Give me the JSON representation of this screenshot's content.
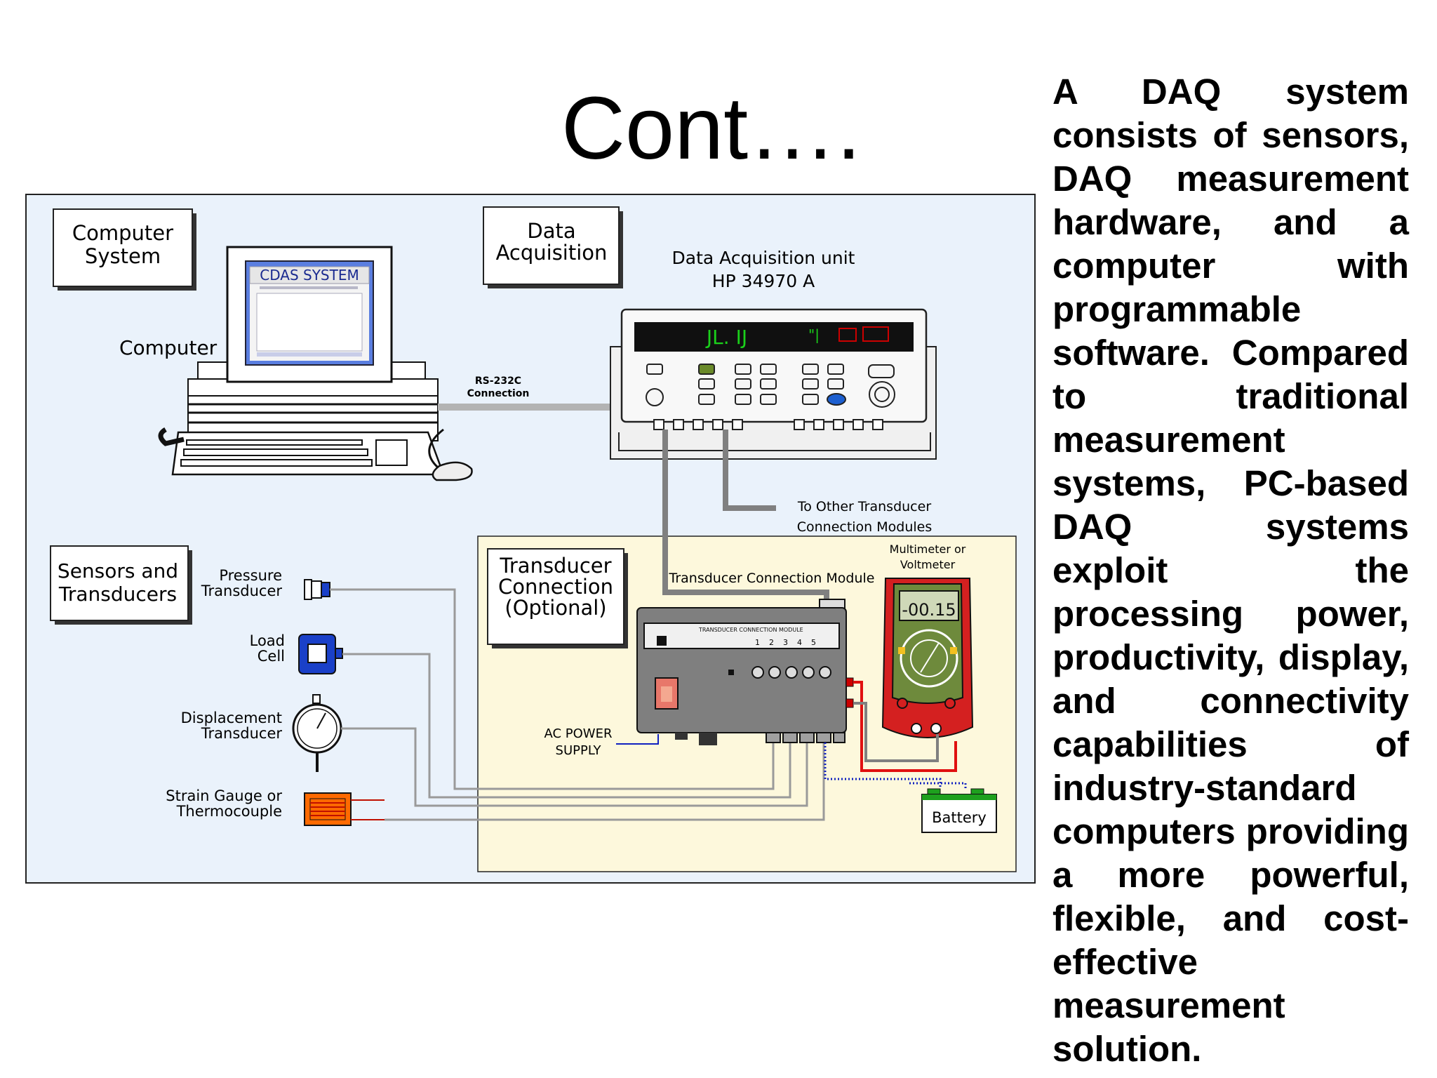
{
  "slide": {
    "title": "Cont….",
    "body": "A DAQ system consists of sensors, DAQ measurement hardware, and a computer with programmable software. Compared to traditional measurement systems, PC-based DAQ systems exploit the processing power, productivity, display, and connectivity capabilities of industry-standard computers providing a more powerful, flexible, and cost-effective measurement solution."
  },
  "diagram": {
    "computer_system_box": [
      "Computer",
      "System"
    ],
    "computer_label": "Computer",
    "screen_title": "CDAS SYSTEM",
    "data_acquisition_box": [
      "Data",
      "Acquisition"
    ],
    "daq_unit_label": [
      "Data Acquisition unit",
      "HP 34970 A"
    ],
    "daq_display": "JL. IJ",
    "rs232_label": [
      "RS-232C",
      "Connection"
    ],
    "other_modules_label": [
      "To Other Transducer",
      "Connection Modules"
    ],
    "sensors_box": [
      "Sensors and",
      "Transducers"
    ],
    "sensors": [
      [
        "Pressure",
        "Transducer"
      ],
      [
        "Load",
        "Cell"
      ],
      [
        "Displacement",
        "Transducer"
      ],
      [
        "Strain Gauge or",
        "Thermocouple"
      ]
    ],
    "tc_box": [
      "Transducer",
      "Connection",
      "(Optional)"
    ],
    "tcm_label": "Transducer Connection Module",
    "module_plate": "TRANSDUCER CONNECTION MODULE",
    "module_numbers": [
      "1",
      "2",
      "3",
      "4",
      "5"
    ],
    "multimeter_label": [
      "Multimeter or",
      "Voltmeter"
    ],
    "multimeter_reading": "-00.15",
    "ac_power_label": [
      "AC POWER",
      "SUPPLY"
    ],
    "battery_label": "Battery"
  },
  "colors": {
    "panel_bg": "#eaf2fb",
    "module_area_bg": "#fdf8dc",
    "wire_gray": "#9a9a9a",
    "wire_red": "#e01010",
    "wire_blue": "#1020c0",
    "sensor_blue": "#1a40c8",
    "strain_orange": "#ff6a00",
    "lcd_green": "#1bd01b",
    "meter_red": "#d42020",
    "meter_green": "#6e8a3c"
  }
}
